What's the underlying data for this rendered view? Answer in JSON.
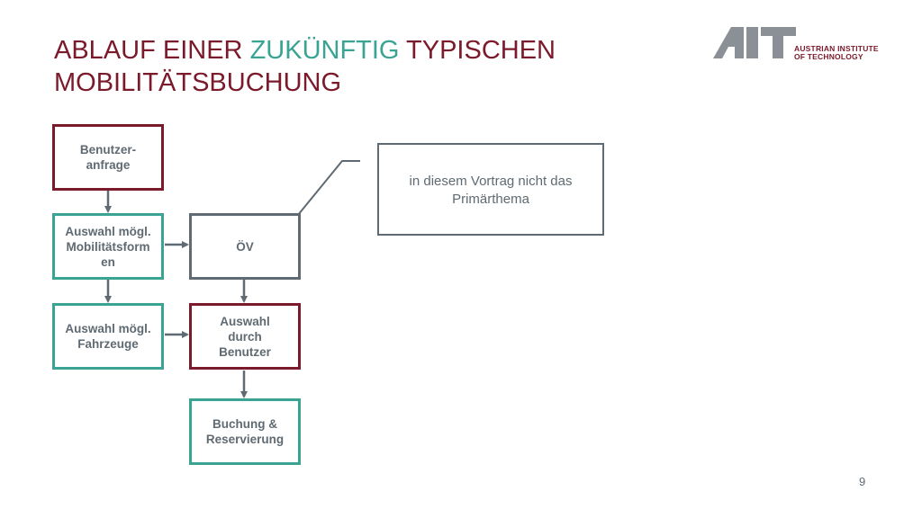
{
  "title": {
    "part1": "ABLAUF EINER ",
    "accent": "ZUKÜNFTIG",
    "part2": " TYPISCHEN",
    "line2": "MOBILITÄTSBUCHUNG"
  },
  "logo": {
    "mark": "AIT",
    "line1": "AUSTRIAN INSTITUTE",
    "line2": "OF TECHNOLOGY"
  },
  "nodes": {
    "benutzeranfrage": "Benutzer-\nanfrage",
    "auswahl_mobilitaetsformen": "Auswahl mögl. Mobilitätsform\nen",
    "auswahl_fahrzeuge": "Auswahl mögl. Fahrzeuge",
    "oev": "ÖV",
    "auswahl_benutzer": "Auswahl\ndurch\nBenutzer",
    "buchung": "Buchung &\nReservierung"
  },
  "callout": "in diesem Vortrag nicht das Primärthema",
  "page_number": "9",
  "colors": {
    "brand_red": "#7a1a2a",
    "teal": "#3aa393",
    "gray": "#5f6a72"
  }
}
